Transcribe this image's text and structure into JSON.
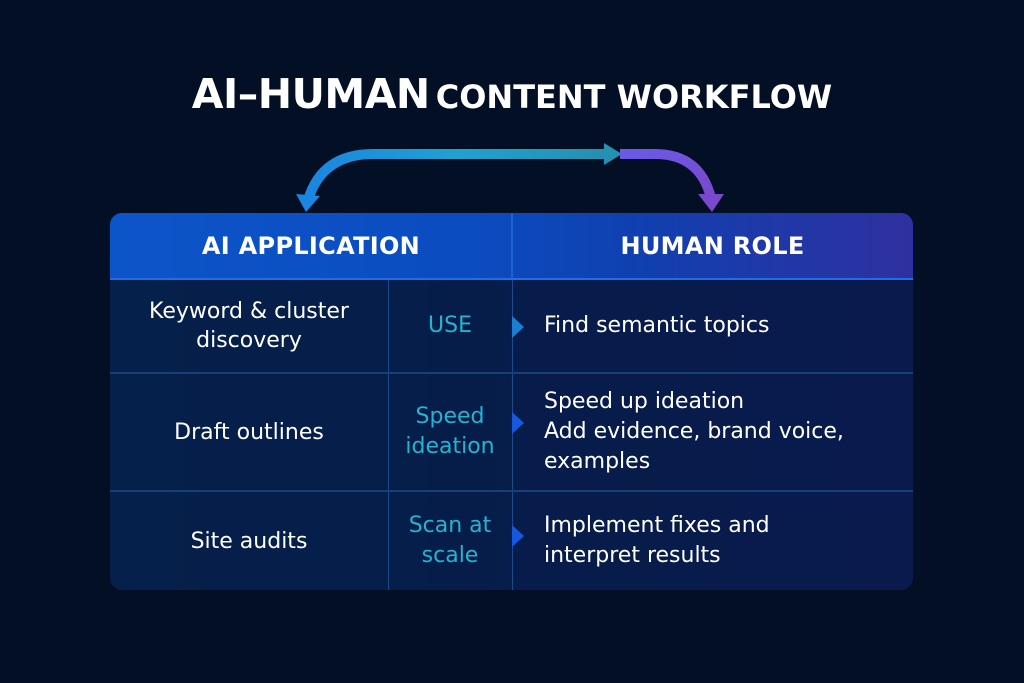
{
  "title": {
    "part1": "AI–HUMAN",
    "part2": "CONTENT WORKFLOW"
  },
  "colors": {
    "background": "#020f24",
    "header_start": "#0c55c8",
    "header_end": "#2f30a0",
    "use_text": "#22b4d0",
    "arrow_left": "#1a9bd8",
    "arrow_right": "#7a55e0"
  },
  "icons": {
    "left_arrow": "curved-arrow-down-left-icon",
    "right_arrow": "curved-arrow-down-right-icon",
    "row_pointer": "triangle-right-icon"
  },
  "table": {
    "headers": {
      "ai": "AI APPLICATION",
      "human": "HUMAN ROLE"
    },
    "rows": [
      {
        "ai_lines": [
          "Keyword & cluster",
          "discovery"
        ],
        "use_lines": [
          "USE"
        ],
        "human_lines": [
          "Find semantic topics"
        ]
      },
      {
        "ai_lines": [
          "Draft outlines"
        ],
        "use_lines": [
          "Speed",
          "ideation"
        ],
        "human_lines": [
          "Speed up ideation",
          "Add evidence, brand voice,",
          "examples"
        ]
      },
      {
        "ai_lines": [
          "Site audits"
        ],
        "use_lines": [
          "Scan at",
          "scale"
        ],
        "human_lines": [
          "Implement fixes and",
          "interpret results"
        ]
      }
    ]
  }
}
